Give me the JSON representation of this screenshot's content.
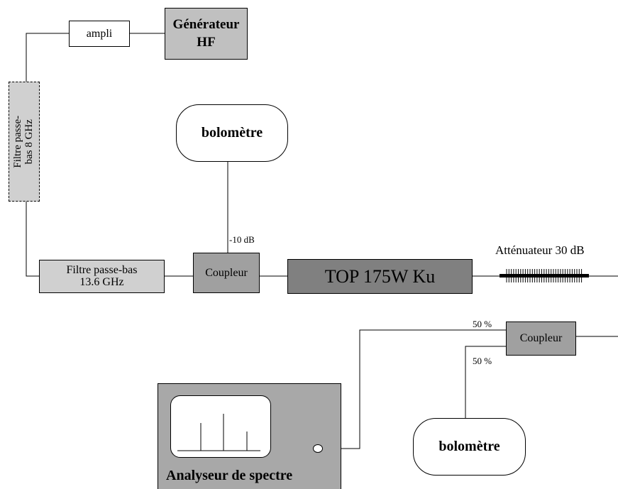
{
  "diagram": {
    "generator": {
      "line1": "Générateur",
      "line2": "HF"
    },
    "ampli": "ampli",
    "filter_8ghz": {
      "line1": "Filtre passe-",
      "line2": "bas  8 GHz"
    },
    "filter_13ghz": {
      "line1": "Filtre passe-bas",
      "line2": "13.6 GHz"
    },
    "bolometer_top": "bolomètre",
    "coupler_minus10": "-10 dB",
    "coupler_top": "Coupleur",
    "top_amplifier": "TOP 175W Ku",
    "attenuator": "Atténuateur 30 dB",
    "coupler_bottom": "Coupleur",
    "split_upper": "50 %",
    "split_lower": "50 %",
    "bolometer_bottom": "bolomètre",
    "spectrum_analyzer": "Analyseur de spectre"
  },
  "colors": {
    "generator_fill": "#c0c0c0",
    "filter_fill": "#d0d0d0",
    "coupler_fill": "#a0a0a0",
    "top_fill": "#808080",
    "analyzer_fill": "#a8a8a8"
  }
}
